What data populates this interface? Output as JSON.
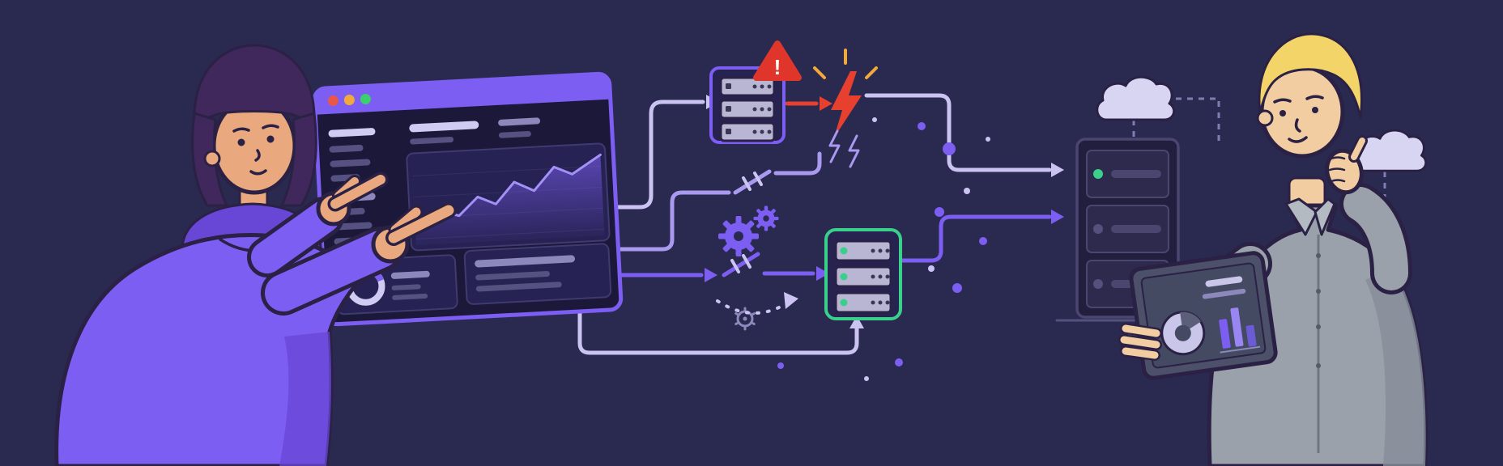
{
  "illustration": {
    "background": "#2a2950",
    "alert_badge": {
      "glyph": "!"
    },
    "browser_window": {
      "traffic_lights": [
        "#e8574a",
        "#f2a93b",
        "#3dcf6e"
      ]
    },
    "error_server": {
      "status": "error",
      "unit_count": 3
    },
    "healthy_server": {
      "status": "ok",
      "unit_count": 3
    },
    "server_rack": {
      "unit_count": 3,
      "led_on_color": "#3bcf8c"
    },
    "palette": {
      "bg": "#2a2950",
      "purple": "#7d5ef2",
      "purple_dark": "#6847d6",
      "lavender": "#cbc4f2",
      "lavender_mid": "#a99af0",
      "lavender_dim": "#8c88bb",
      "lavender_dimmer": "#555180",
      "red": "#e8402e",
      "red_badge": "#e0352b",
      "orange": "#f2a93b",
      "green": "#3bcf8c",
      "outline": "#2a2145",
      "skin_woman": "#e9a87e",
      "skin_man": "#f2cda2",
      "hair_woman": "#40285c",
      "hair_man": "#f3d469",
      "shirt": "#9aa1ab",
      "shirt_dark": "#868d98",
      "screen": "#1c1839",
      "panel": "#262253",
      "panel_stroke": "#3f3a70",
      "unit": "#b9b6d4",
      "rack": "#211e3e",
      "rack_unit": "#2d2a4e",
      "rack_stroke": "#4a4670",
      "cloud": "#d8d5f2",
      "tablet": "#4c5068",
      "tablet_screen": "#454a63",
      "dash": "#817cb4"
    }
  }
}
